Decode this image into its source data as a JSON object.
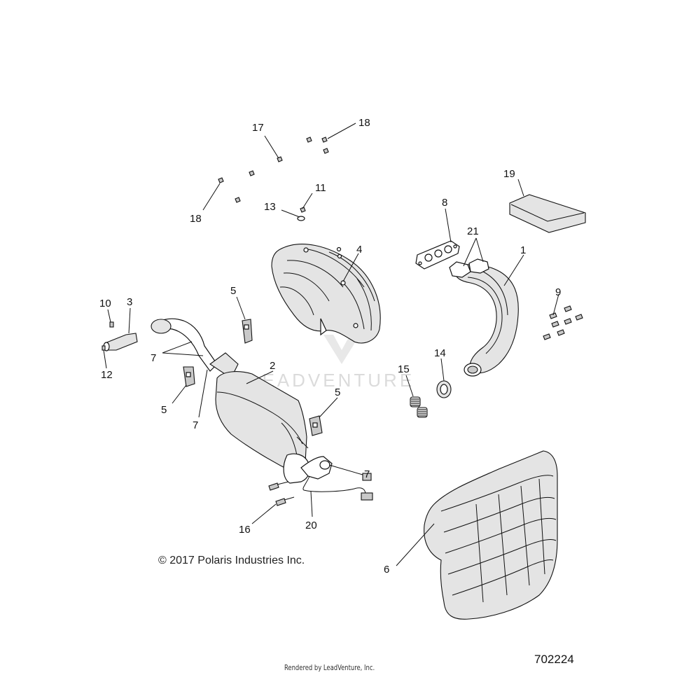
{
  "diagram": {
    "callouts": [
      "1",
      "2",
      "3",
      "4",
      "5",
      "5",
      "5",
      "6",
      "7",
      "7",
      "7",
      "8",
      "9",
      "10",
      "11",
      "12",
      "13",
      "14",
      "15",
      "16",
      "17",
      "18",
      "18",
      "19",
      "20",
      "21"
    ],
    "watermark": "LEADVENTURE"
  },
  "footer": {
    "copyright": "© 2017 Polaris Industries Inc.",
    "rendered_by": "Rendered by LeadVenture, Inc.",
    "diagram_number": "702224"
  }
}
